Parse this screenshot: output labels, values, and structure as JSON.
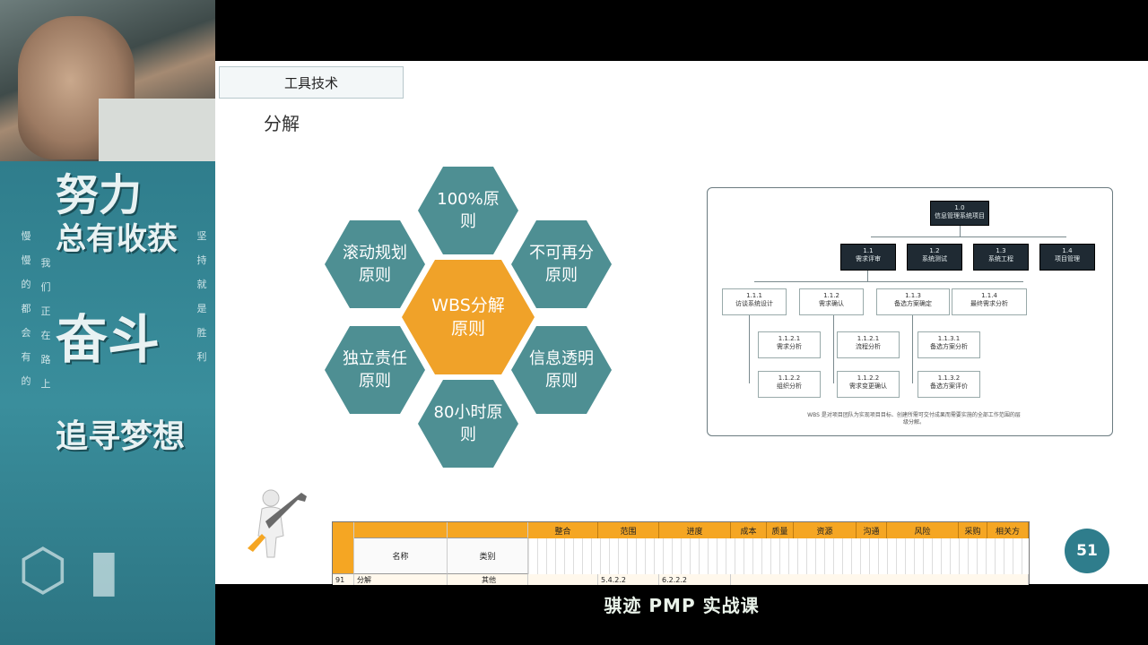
{
  "banner": {
    "big_lines": [
      "努力",
      "总有收获",
      "奋斗",
      "追寻梦想"
    ],
    "side_left": "慢慢的都会有的",
    "side_mid": "我们正在路上",
    "side_right": "坚持就是胜利"
  },
  "slide": {
    "tab": "工具技术",
    "title": "分解",
    "hexagons": {
      "center": "WBS分解原则",
      "top": "100%原则",
      "top_right": "不可再分原则",
      "bottom_right": "信息透明原则",
      "bottom": "80小时原则",
      "bottom_left": "独立责任原则",
      "top_left": "滚动规划原则"
    },
    "wbs": {
      "root": {
        "id": "1.0",
        "label": "信息管理系统项目"
      },
      "level2": [
        {
          "id": "1.1",
          "label": "需求评审"
        },
        {
          "id": "1.2",
          "label": "系统测试"
        },
        {
          "id": "1.3",
          "label": "系统工程"
        },
        {
          "id": "1.4",
          "label": "项目管理"
        }
      ],
      "level3": [
        {
          "id": "1.1.1",
          "label": "访谈系统设计"
        },
        {
          "id": "1.1.2",
          "label": "需求确认"
        },
        {
          "id": "1.1.3",
          "label": "备选方案确定"
        },
        {
          "id": "1.1.4",
          "label": "最终需求分析"
        }
      ],
      "level4": [
        {
          "id": "1.1.2.1",
          "label": "需求分析"
        },
        {
          "id": "1.1.2.2",
          "label": "组织分析"
        },
        {
          "id": "1.1.2.1",
          "label": "流程分析"
        },
        {
          "id": "1.1.2.2",
          "label": "需求变更确认"
        },
        {
          "id": "1.1.3.1",
          "label": "备选方案分析"
        },
        {
          "id": "1.1.3.2",
          "label": "备选方案评价"
        }
      ],
      "caption": "WBS 是对项目团队为实现项目目标、创建所需可交付成果而需要实施的全部工作范围的层级分解。"
    },
    "page_number": "51"
  },
  "table": {
    "name_header": "名称",
    "type_header": "类别",
    "groups": [
      "整合",
      "范围",
      "进度",
      "成本",
      "质量",
      "资源",
      "沟通",
      "风险",
      "采购",
      "相关方"
    ],
    "row": {
      "index": "91",
      "name": "分解",
      "type": "其他",
      "ref1": "5.4.2.2",
      "ref2": "6.2.2.2"
    }
  },
  "subtitle": "骐迹 PMP 实战课"
}
